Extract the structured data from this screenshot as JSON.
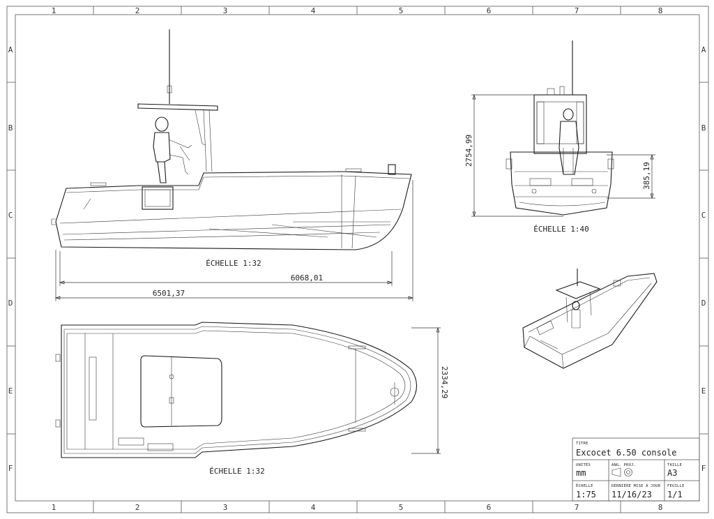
{
  "drawing": {
    "columns": [
      "1",
      "2",
      "3",
      "4",
      "5",
      "6",
      "7",
      "8"
    ],
    "rows": [
      "A",
      "B",
      "C",
      "D",
      "E",
      "F"
    ],
    "views": {
      "side": {
        "scale_label": "ÉCHELLE 1:32",
        "overall_length": "6501,37",
        "hull_length": "6068,01"
      },
      "front": {
        "scale_label": "ÉCHELLE 1:40",
        "height": "2754,99",
        "freeboard": "385,19"
      },
      "top": {
        "scale_label": "ÉCHELLE 1:32",
        "beam": "2334,29"
      }
    }
  },
  "title_block": {
    "title_label": "TITRE",
    "title_value": "Excocet 6.50 console",
    "units_label": "UNITÉS",
    "units_value": "mm",
    "projection_label": "ANG. PROJ.",
    "size_label": "TAILLE",
    "size_value": "A3",
    "scale_label": "ÉCHELLE",
    "scale_value": "1:75",
    "updated_label": "DERNIÈRE MISE À JOUR",
    "updated_value": "11/16/23",
    "sheet_label": "FEUILLE",
    "sheet_value": "1/1"
  }
}
